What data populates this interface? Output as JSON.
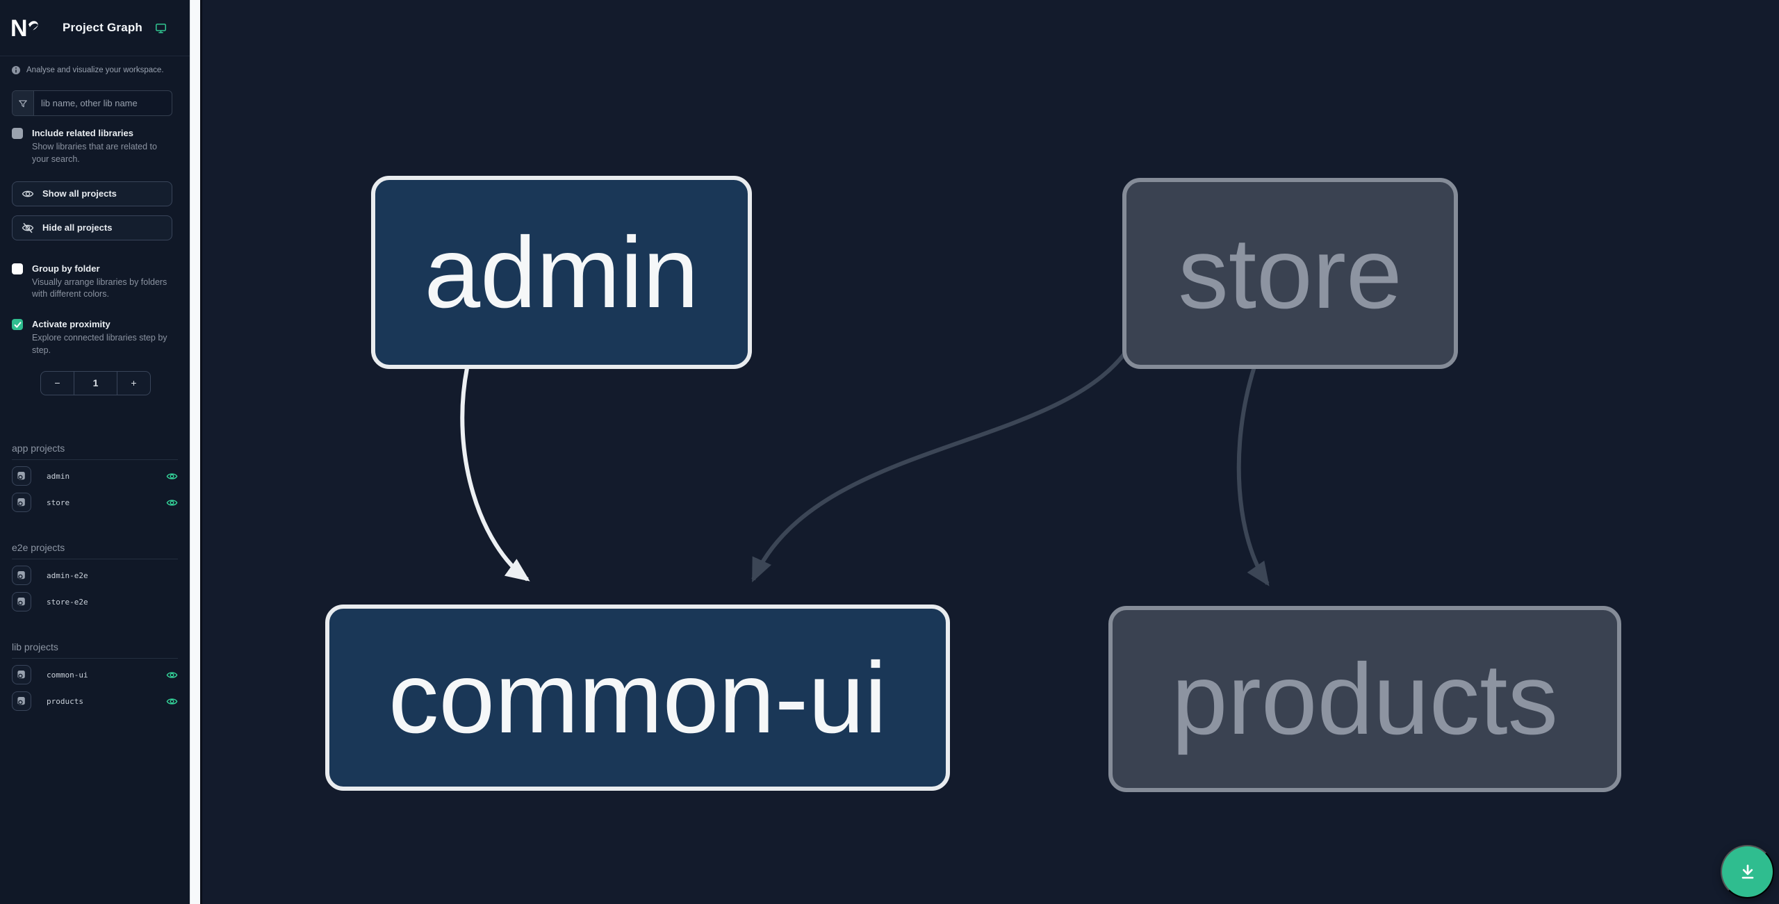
{
  "app": {
    "title": "Project Graph",
    "tagline": "Analyse and visualize your workspace."
  },
  "accent_color": "#2fbd8f",
  "sidebar": {
    "search": {
      "placeholder": "lib name, other lib name"
    },
    "options": [
      {
        "label": "Include related libraries",
        "description": "Show libraries that are related to your search.",
        "checked": false
      },
      {
        "label": "Group by folder",
        "description": "Visually arrange libraries by folders with different colors.",
        "checked": false
      },
      {
        "label": "Activate proximity",
        "description": "Explore connected libraries step by step.",
        "checked": true
      }
    ],
    "buttons": {
      "show_all": "Show all projects",
      "hide_all": "Hide all projects"
    },
    "proximity_counter": {
      "decrement": "−",
      "value": "1",
      "increment": "+"
    },
    "sections": [
      {
        "title": "app projects",
        "items": [
          {
            "name": "admin",
            "visible": true
          },
          {
            "name": "store",
            "visible": true
          }
        ]
      },
      {
        "title": "e2e projects",
        "items": [
          {
            "name": "admin-e2e",
            "visible": false
          },
          {
            "name": "store-e2e",
            "visible": false
          }
        ]
      },
      {
        "title": "lib projects",
        "items": [
          {
            "name": "common-ui",
            "visible": true
          },
          {
            "name": "products",
            "visible": true
          }
        ]
      }
    ]
  },
  "graph": {
    "nodes": [
      {
        "id": "admin",
        "label": "admin",
        "state": "highlighted"
      },
      {
        "id": "store",
        "label": "store",
        "state": "dimmed"
      },
      {
        "id": "common-ui",
        "label": "common-ui",
        "state": "highlighted"
      },
      {
        "id": "products",
        "label": "products",
        "state": "dimmed"
      }
    ],
    "edges": [
      {
        "source": "admin",
        "target": "common-ui",
        "state": "highlighted"
      },
      {
        "source": "store",
        "target": "common-ui",
        "state": "dimmed"
      },
      {
        "source": "store",
        "target": "products",
        "state": "dimmed"
      }
    ],
    "colors": {
      "node_highlight_fill": "#1a3757",
      "node_highlight_border": "#e9ecef",
      "node_dim_fill": "#3a4251",
      "node_dim_border": "#858c98",
      "edge_highlight": "#edf0f3",
      "edge_dim": "#3c4656"
    }
  }
}
